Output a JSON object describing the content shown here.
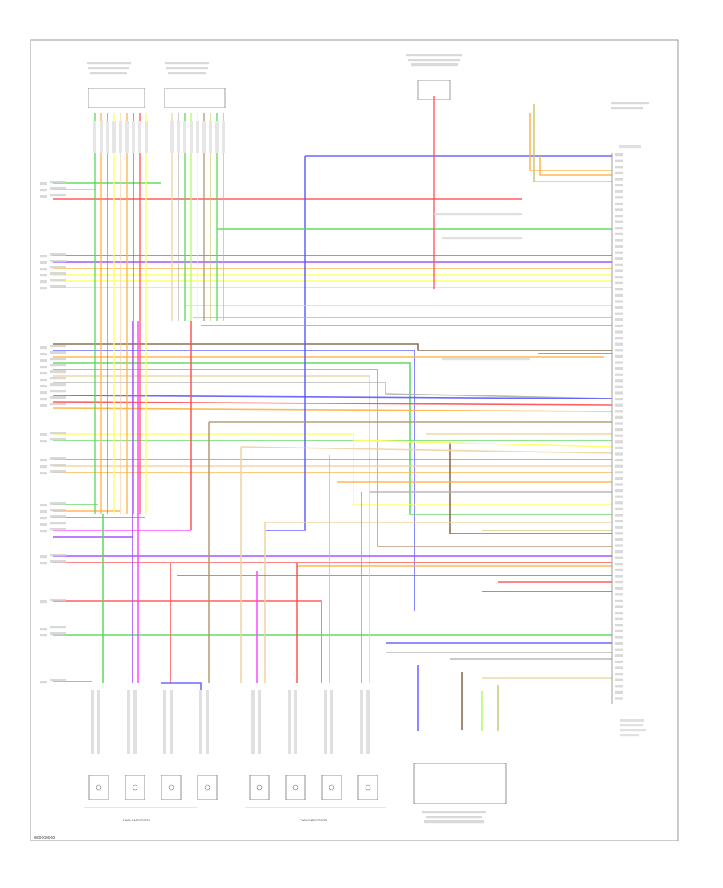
{
  "diagram": {
    "footer_code": "G00000000",
    "bottom_labels": {
      "fuel_injectors_1": "FUEL INJECTORS",
      "fuel_injectors_2": "FUEL INJECTORS"
    },
    "wire_colors": {
      "red": "#ff4d4d",
      "blue": "#5a5aff",
      "green": "#55d655",
      "yellow": "#ffff60",
      "orange": "#ffb040",
      "magenta": "#ff40ff",
      "purple": "#a040ff",
      "brown": "#b0956a",
      "pink": "#ff9cc4",
      "gray": "#b0b0b0",
      "olive": "#c8c870",
      "lightgreen": "#a8ff60",
      "tan": "#f0d2a0",
      "lightblue": "#80b0ff",
      "darkbrown": "#806040"
    }
  }
}
